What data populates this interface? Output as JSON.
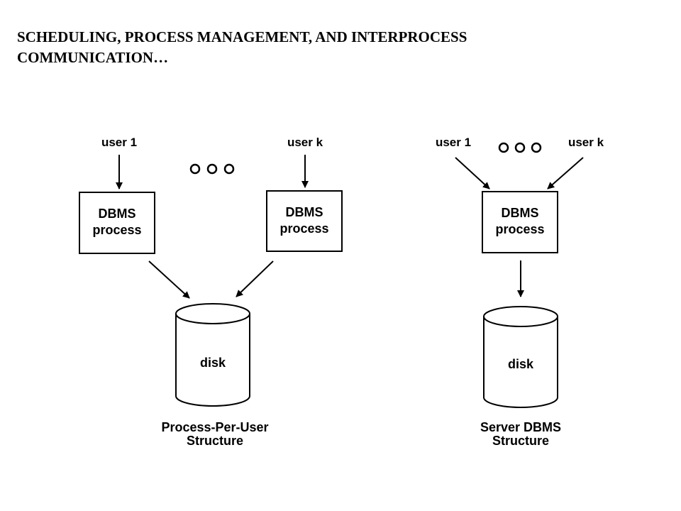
{
  "slide": {
    "title_line1": "SCHEDULING, PROCESS MANAGEMENT, AND INTERPROCESS",
    "title_line2": "COMMUNICATION…"
  },
  "left_diagram": {
    "user_first": "user 1",
    "user_last": "user k",
    "box_label_line1": "DBMS",
    "box_label_line2": "process",
    "disk_label": "disk",
    "caption_line1": "Process-Per-User",
    "caption_line2": "Structure"
  },
  "right_diagram": {
    "user_first": "user 1",
    "user_last": "user k",
    "box_label_line1": "DBMS",
    "box_label_line2": "process",
    "disk_label": "disk",
    "caption_line1": "Server DBMS",
    "caption_line2": "Structure"
  }
}
